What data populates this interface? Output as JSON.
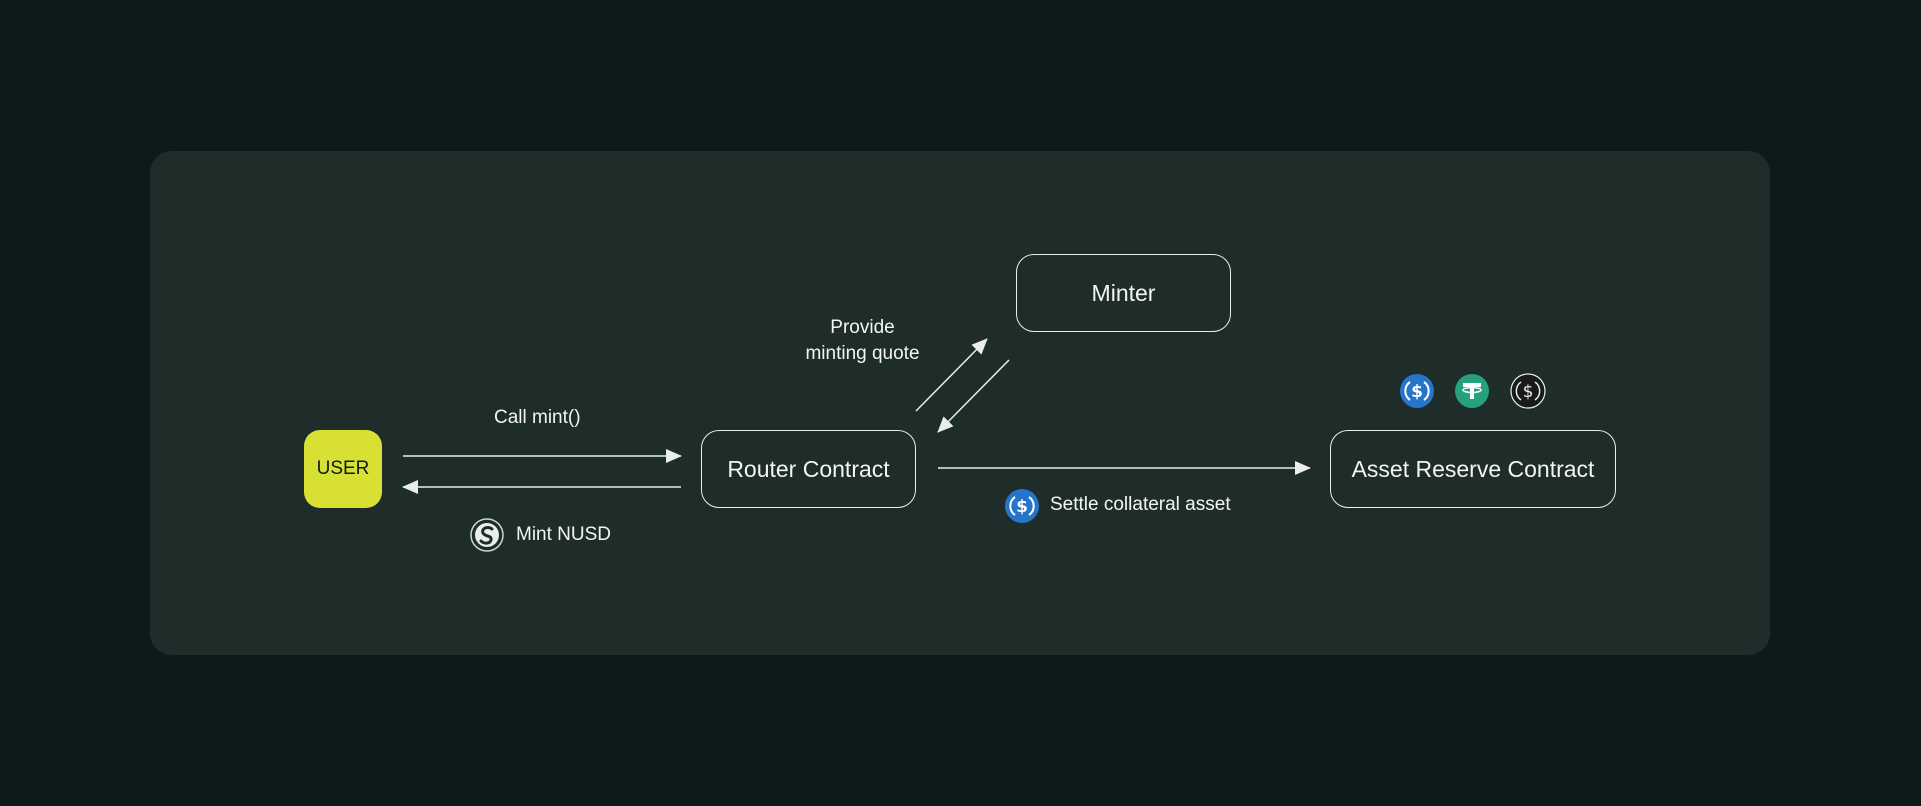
{
  "diagram": {
    "nodes": {
      "user": "USER",
      "router": "Router Contract",
      "minter": "Minter",
      "reserve": "Asset Reserve Contract"
    },
    "edges": {
      "call_mint": "Call mint()",
      "mint_nusd": "Mint NUSD",
      "quote_line1": "Provide",
      "quote_line2": "minting quote",
      "settle": "Settle collateral asset"
    },
    "icons": {
      "nusd": "nusd-coin-icon",
      "usdc": "usdc-coin-icon",
      "usdt": "usdt-coin-icon",
      "stable_dark": "dark-dollar-coin-icon"
    },
    "colors": {
      "background": "#0e1a19",
      "panel": "#1f2d2a",
      "user_fill": "#d7e033",
      "usdc_blue": "#2775ca",
      "usdt_green": "#26a17b"
    }
  }
}
